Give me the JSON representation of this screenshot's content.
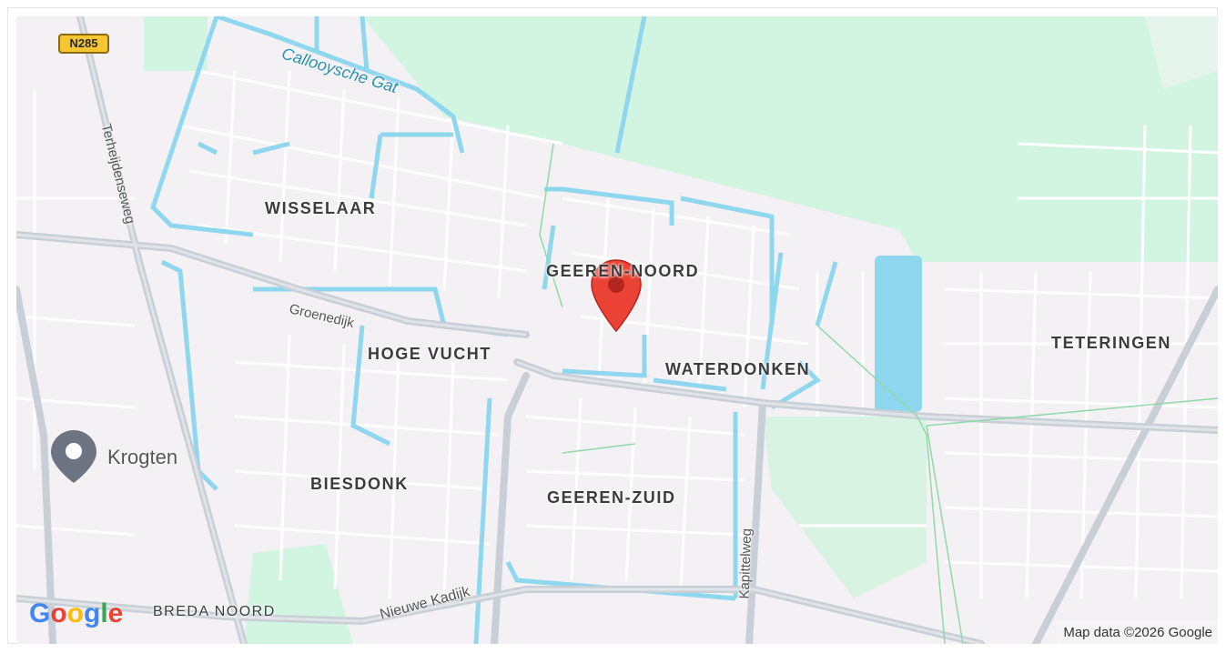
{
  "map": {
    "areas": [
      {
        "id": "wisselaar",
        "text": "WISSELAAR"
      },
      {
        "id": "geeren-noord",
        "text": "GEEREN-NOORD"
      },
      {
        "id": "hoge-vucht",
        "text": "HOGE VUCHT"
      },
      {
        "id": "waterdonken",
        "text": "WATERDONKEN"
      },
      {
        "id": "teteringen",
        "text": "TETERINGEN"
      },
      {
        "id": "biesdonk",
        "text": "BIESDONK"
      },
      {
        "id": "geeren-zuid",
        "text": "GEEREN-ZUID"
      },
      {
        "id": "breda-noord",
        "text": "BREDA NOORD"
      }
    ],
    "roads": [
      {
        "id": "callooysche-gat",
        "text": "Callooysche Gat"
      },
      {
        "id": "terheijdenseweg",
        "text": "Terheijdenseweg"
      },
      {
        "id": "groenedijk",
        "text": "Groenedijk"
      },
      {
        "id": "kapittelweg",
        "text": "Kapittelweg"
      },
      {
        "id": "nieuwe-kadijk",
        "text": "Nieuwe Kadijk"
      }
    ],
    "route_shield": "N285",
    "poi": {
      "label": "Krogten",
      "icon": "place-pin-icon"
    },
    "marker": {
      "icon": "red-location-marker-icon",
      "color": "#ea4335"
    },
    "google_logo": [
      "G",
      "o",
      "o",
      "g",
      "l",
      "e"
    ],
    "google_colors": [
      "#4285f4",
      "#ea4335",
      "#fbbc05",
      "#4285f4",
      "#34a853",
      "#ea4335"
    ],
    "attribution": "Map data ©2026 Google",
    "colors": {
      "land": "#f3f1f3",
      "water": "#8fd6ef",
      "park": "#d1f5e1",
      "road": "#ffffff",
      "major_road": "#c9cfd6"
    }
  }
}
